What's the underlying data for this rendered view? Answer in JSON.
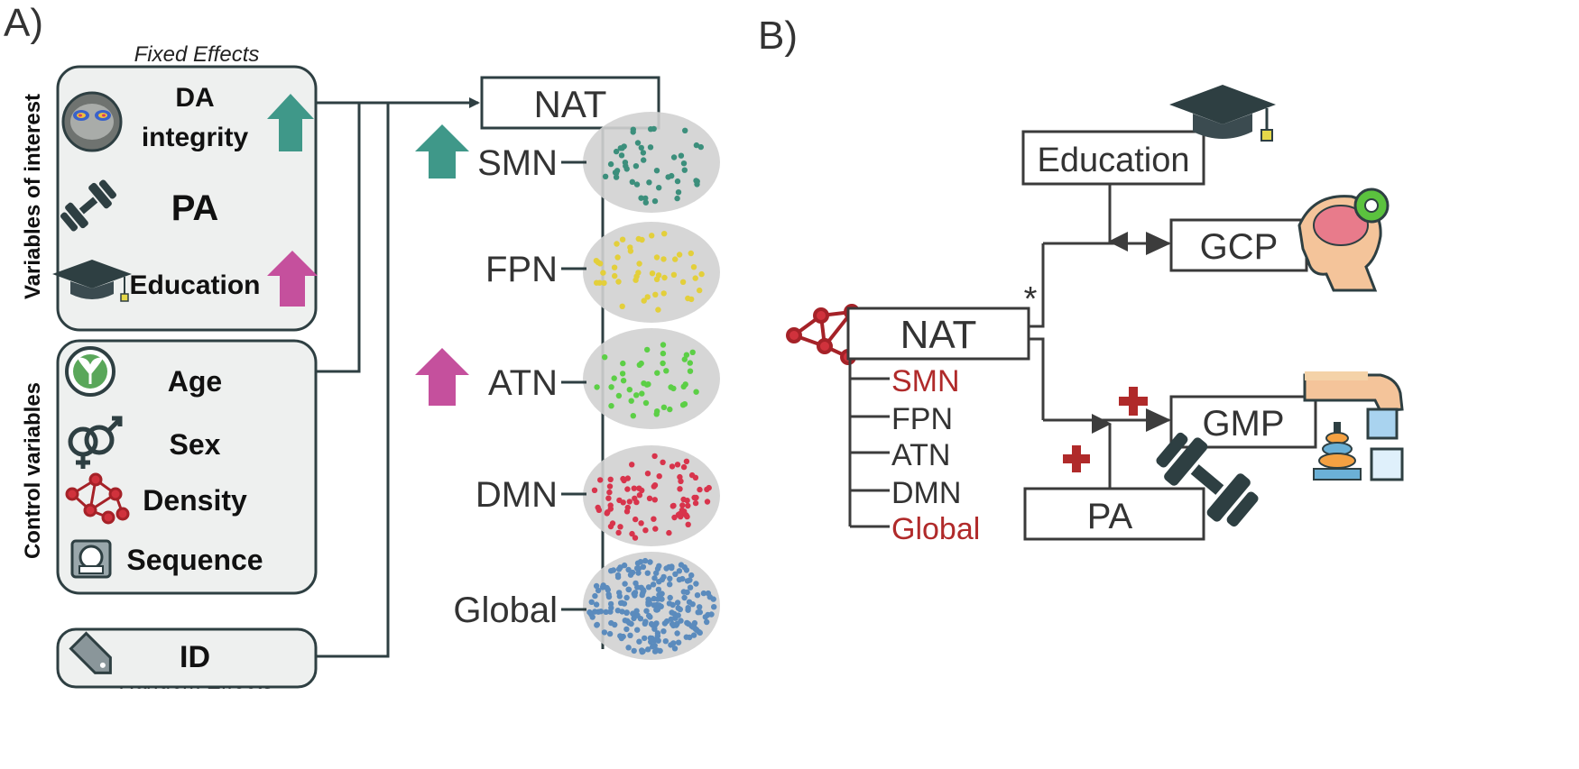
{
  "panel_a": {
    "label": "A)",
    "fixed_effects_title": "Fixed Effects",
    "random_effects_title": "Random Effects",
    "variables_of_interest_label": "Variables of interest",
    "control_variables_label": "Control variables",
    "vars": {
      "da_line1": "DA",
      "da_line2": "integrity",
      "pa": "PA",
      "education": "Education",
      "age": "Age",
      "sex": "Sex",
      "density": "Density",
      "sequence": "Sequence",
      "id": "ID"
    },
    "outcome": "NAT",
    "networks": [
      "SMN",
      "FPN",
      "ATN",
      "DMN",
      "Global"
    ]
  },
  "panel_b": {
    "label": "B)",
    "education": "Education",
    "gcp": "GCP",
    "nat": "NAT",
    "gmp": "GMP",
    "pa": "PA",
    "asterisk": "*",
    "networks": [
      "SMN",
      "FPN",
      "ATN",
      "DMN",
      "Global"
    ]
  },
  "colors": {
    "teal_arrow": "#3f9889",
    "magenta_arrow": "#c5509d",
    "highlight_red": "#b02a2a",
    "smn_dots": "#3c8f7c",
    "fpn_dots": "#e3cf3b",
    "atn_dots": "#5ccf46",
    "dmn_dots": "#d8344c",
    "global_dots": "#5b8bbd",
    "line": "#2e3f42"
  }
}
